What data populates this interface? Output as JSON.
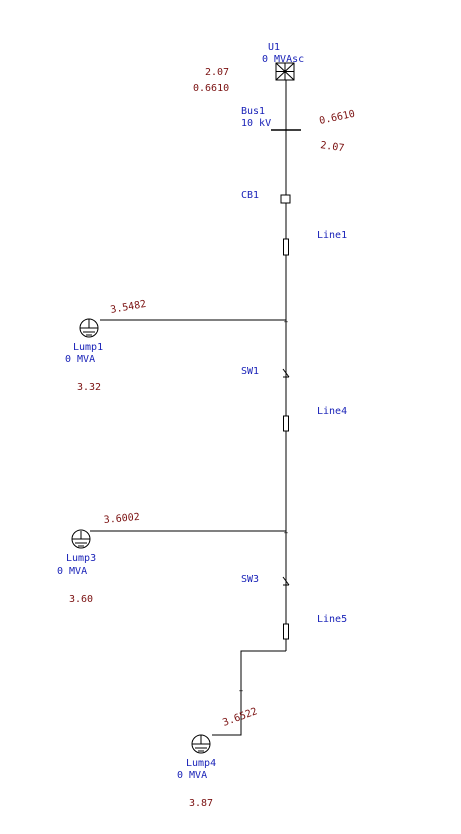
{
  "source": {
    "name": "U1",
    "rating": "0 MVAsc",
    "value_top": "2.07",
    "value_bottom": "0.6610",
    "icon": "utility-source-icon"
  },
  "bus": {
    "name": "Bus1",
    "voltage": "10 kV",
    "value_right_1": "0.6610",
    "value_right_2": "2.07"
  },
  "breakers": [
    {
      "name": "CB1"
    }
  ],
  "lines": [
    {
      "name": "Line1"
    },
    {
      "name": "Line4"
    },
    {
      "name": "Line5"
    }
  ],
  "switches": [
    {
      "name": "SW1"
    },
    {
      "name": "SW3"
    }
  ],
  "loads": [
    {
      "name": "Lump1",
      "rating": "0 MVA",
      "branch_value": "3.5482",
      "value": "3.32",
      "icon": "lumped-load-icon"
    },
    {
      "name": "Lump3",
      "rating": "0 MVA",
      "branch_value": "3.6002",
      "value": "3.60",
      "icon": "lumped-load-icon"
    },
    {
      "name": "Lump4",
      "rating": "0 MVA",
      "branch_value": "3.6522",
      "value": "3.87",
      "icon": "lumped-load-icon"
    }
  ],
  "colors": {
    "label": "#1a23b8",
    "value": "#7a1010",
    "wire": "#000000"
  }
}
